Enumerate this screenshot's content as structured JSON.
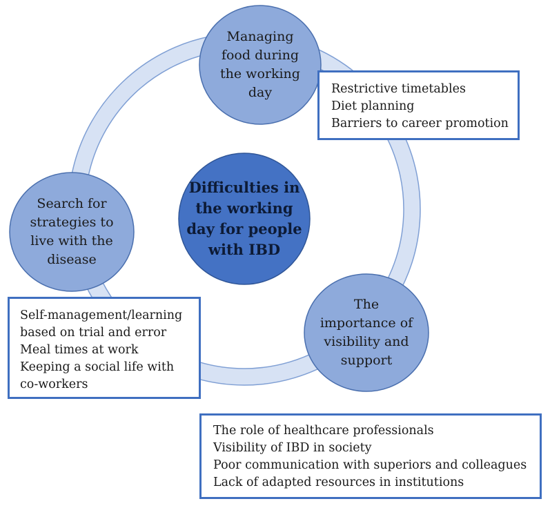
{
  "colors": {
    "ring_fill": "#d7e2f4",
    "ring_stroke": "#7f9fd4",
    "node_fill": "#8eaadb",
    "node_stroke": "#4a6fae",
    "center_fill": "#4472c4",
    "center_stroke": "#2f5597",
    "box_border": "#3f6fc0"
  },
  "center": {
    "label": "Difficulties in\nthe working\nday for people\nwith IBD"
  },
  "nodes": {
    "top": {
      "label": "Managing\nfood during\nthe working\nday"
    },
    "left": {
      "label": "Search for\nstrategies to\nlive with the\ndisease"
    },
    "right": {
      "label": "The\nimportance of\nvisibility and\nsupport"
    }
  },
  "boxes": {
    "top": {
      "items": [
        "Restrictive timetables",
        "Diet planning",
        "Barriers to career promotion"
      ]
    },
    "left": {
      "items": [
        "Self-management/learning based on trial and error",
        "Meal times at work",
        "Keeping a social life with co-workers"
      ]
    },
    "bottom": {
      "items": [
        "The role of healthcare professionals",
        "Visibility of IBD in society",
        "Poor communication with superiors and colleagues",
        "Lack of adapted resources in institutions"
      ]
    }
  }
}
